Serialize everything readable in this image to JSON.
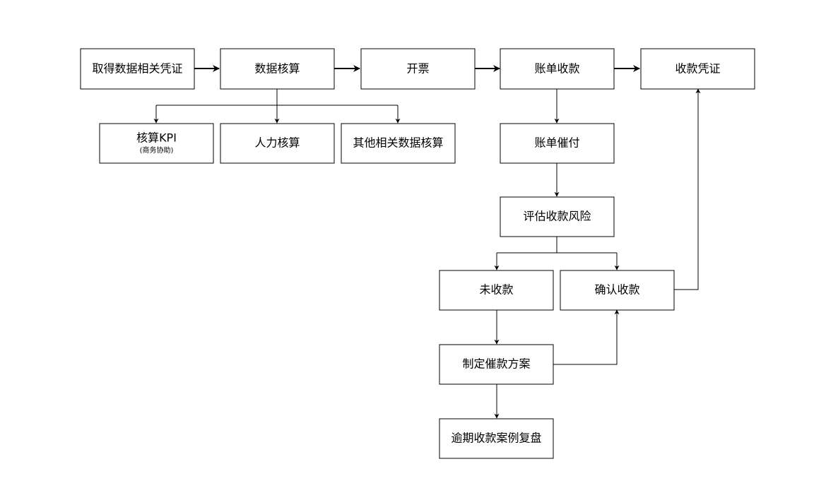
{
  "diagram": {
    "nodes": {
      "obtain_voucher": "取得数据相关凭证",
      "data_accounting": "数据核算",
      "invoice": "开票",
      "bill_collection": "账单收款",
      "collection_voucher": "收款凭证",
      "kpi_accounting": "核算KPI",
      "kpi_note": "(商务协助)",
      "hr_accounting": "人力核算",
      "other_accounting": "其他相关数据核算",
      "bill_reminder": "账单催付",
      "assess_risk": "评估收款风险",
      "not_collected": "未收款",
      "confirm_collection": "确认收款",
      "collection_plan": "制定催款方案",
      "overdue_review": "逾期收款案例复盘"
    },
    "colors": {
      "stroke": "#000000",
      "fill": "#ffffff",
      "text": "#000000"
    }
  }
}
